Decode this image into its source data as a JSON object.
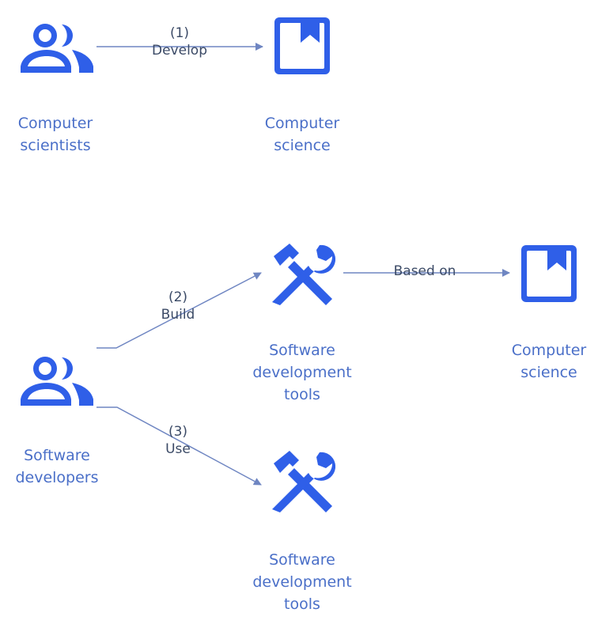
{
  "colors": {
    "icon": "#2f5fe8",
    "label": "#4a6fc8",
    "edge": "#6f86c2",
    "edge_text": "#3b4a66"
  },
  "nodes": {
    "computer_scientists": {
      "icon": "people-icon",
      "line1": "Computer",
      "line2": "scientists"
    },
    "computer_science_1": {
      "icon": "book-icon",
      "line1": "Computer",
      "line2": "science"
    },
    "software_developers": {
      "icon": "people-icon",
      "line1": "Software",
      "line2": "developers"
    },
    "tools_1": {
      "icon": "tools-icon",
      "line1": "Software",
      "line2": "development",
      "line3": "tools"
    },
    "computer_science_2": {
      "icon": "book-icon",
      "line1": "Computer",
      "line2": "science"
    },
    "tools_2": {
      "icon": "tools-icon",
      "line1": "Software",
      "line2": "development",
      "line3": "tools"
    }
  },
  "edges": {
    "develop": {
      "number": "(1)",
      "label": "Develop"
    },
    "build": {
      "number": "(2)",
      "label": "Build"
    },
    "based_on": {
      "label": "Based on"
    },
    "use": {
      "number": "(3)",
      "label": "Use"
    }
  }
}
